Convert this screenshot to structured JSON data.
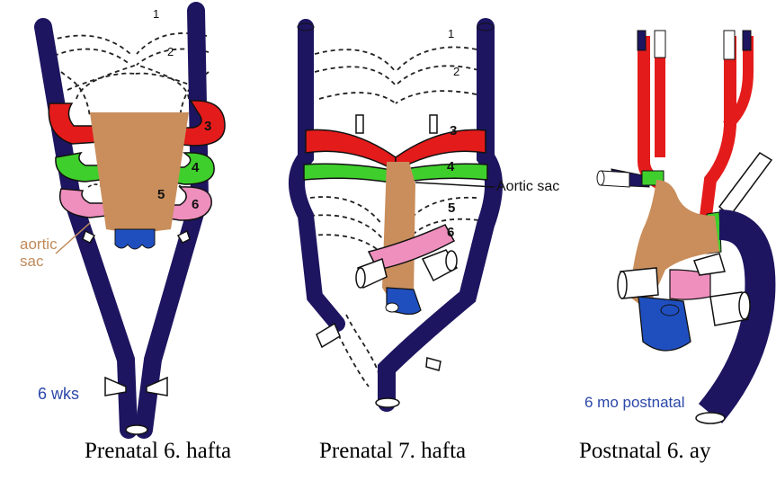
{
  "panels": [
    {
      "caption": "Prenatal 6. hafta",
      "stage_label": "6 wks",
      "side_label": "aortic\nsac",
      "arch_numbers": [
        "1",
        "2",
        "3",
        "4",
        "5",
        "6"
      ]
    },
    {
      "caption": "Prenatal 7. hafta",
      "callout_label": "Aortic sac",
      "arch_numbers": [
        "1",
        "2",
        "3",
        "4",
        "5",
        "6"
      ]
    },
    {
      "caption": "Postnatal 6. ay",
      "stage_label": "6 mo postnatal"
    }
  ],
  "colors": {
    "dorsal_aorta": "#1d1560",
    "arch_3": "#e41b1b",
    "arch_4": "#3fcf2c",
    "arch_6": "#ee8fbd",
    "aortic_sac": "#c98e5c",
    "pulmonary_trunk": "#1f4fbf",
    "stage_label": "#2b47a8",
    "side_label": "#c08a5a"
  }
}
